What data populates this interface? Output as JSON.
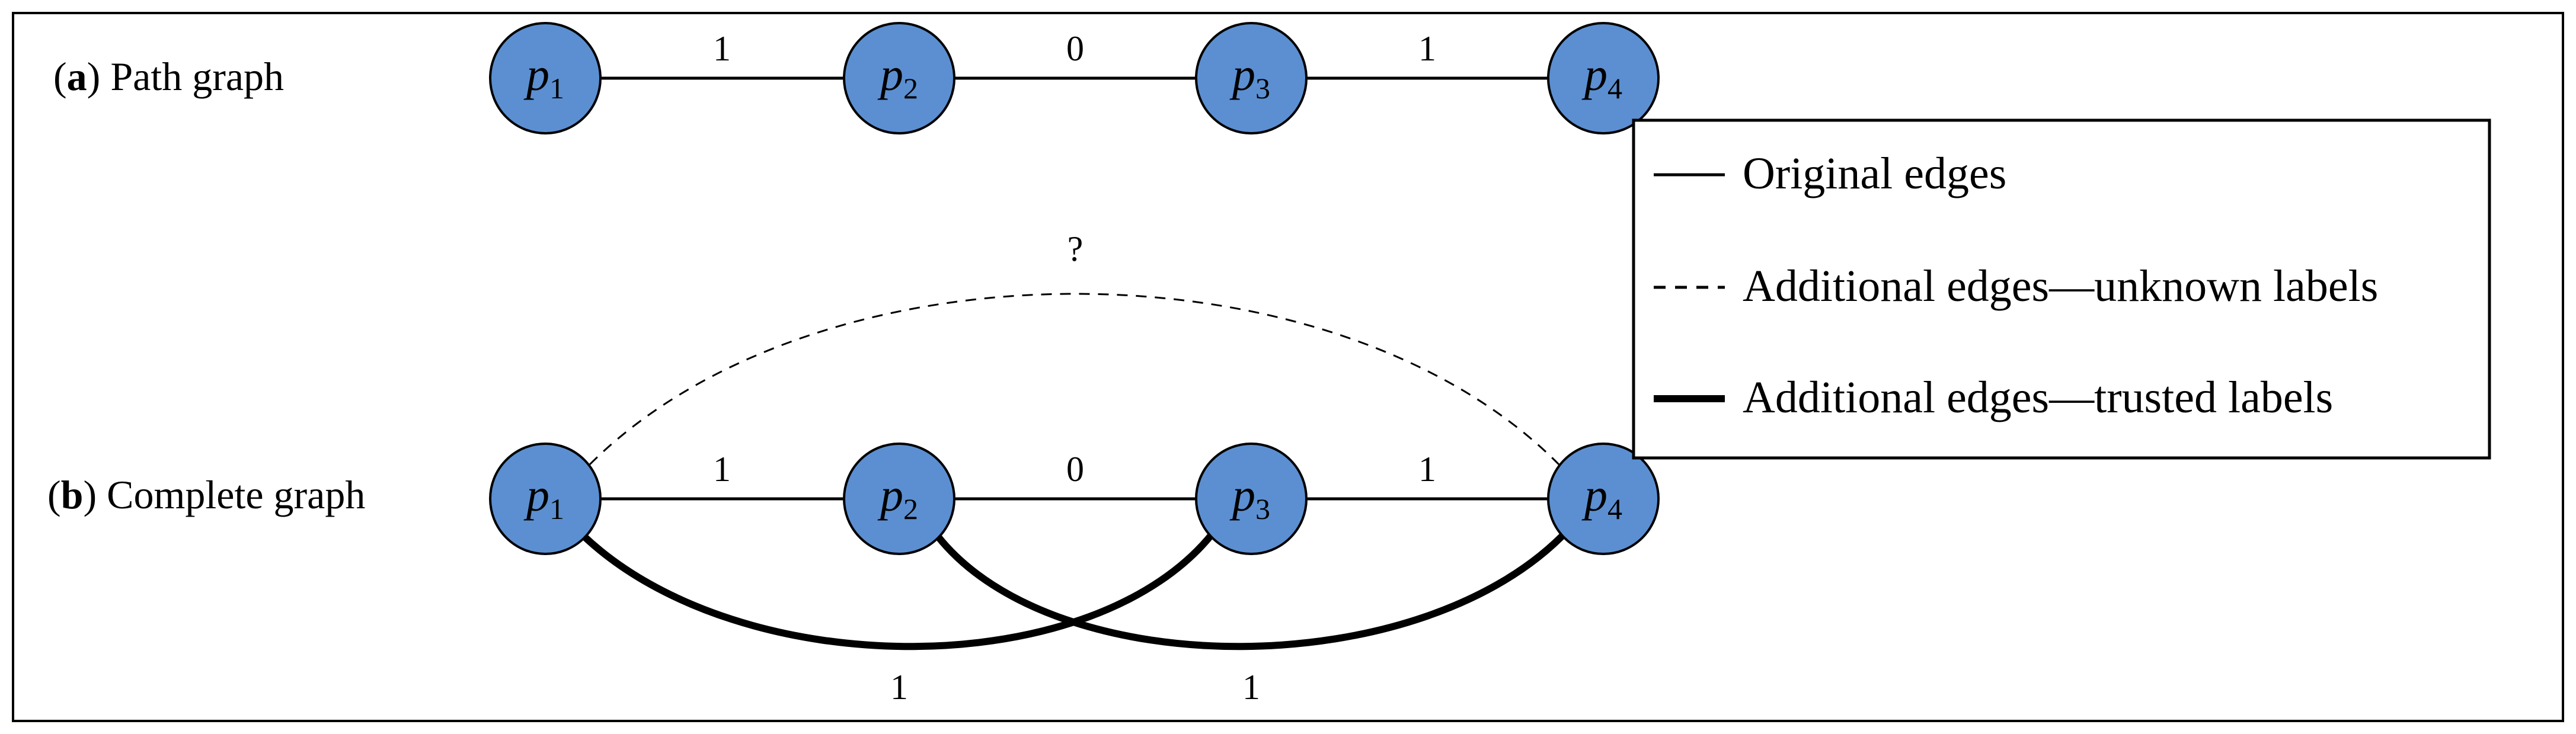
{
  "figure": {
    "panel_a": {
      "letter": "a",
      "open": "(",
      "close": ")",
      "text": " Path graph"
    },
    "panel_b": {
      "letter": "b",
      "open": "(",
      "close": ")",
      "text": " Complete graph"
    }
  },
  "nodes": [
    {
      "name": "p",
      "sub": "1"
    },
    {
      "name": "p",
      "sub": "2"
    },
    {
      "name": "p",
      "sub": "3"
    },
    {
      "name": "p",
      "sub": "4"
    }
  ],
  "path_graph": {
    "edges": [
      {
        "from": "p1",
        "to": "p2",
        "label": "1",
        "type": "original"
      },
      {
        "from": "p2",
        "to": "p3",
        "label": "0",
        "type": "original"
      },
      {
        "from": "p3",
        "to": "p4",
        "label": "1",
        "type": "original"
      }
    ]
  },
  "complete_graph": {
    "edges": [
      {
        "from": "p1",
        "to": "p2",
        "label": "1",
        "type": "original"
      },
      {
        "from": "p2",
        "to": "p3",
        "label": "0",
        "type": "original"
      },
      {
        "from": "p3",
        "to": "p4",
        "label": "1",
        "type": "original"
      },
      {
        "from": "p1",
        "to": "p4",
        "label": "?",
        "type": "unknown"
      },
      {
        "from": "p1",
        "to": "p3",
        "label": "1",
        "type": "trusted"
      },
      {
        "from": "p2",
        "to": "p4",
        "label": "1",
        "type": "trusted"
      }
    ]
  },
  "legend": {
    "original": "Original edges",
    "unknown": "Additional edges—unknown labels",
    "trusted": "Additional edges—trusted labels"
  },
  "colors": {
    "node_fill": "#5b8fd1",
    "stroke": "#000000"
  }
}
